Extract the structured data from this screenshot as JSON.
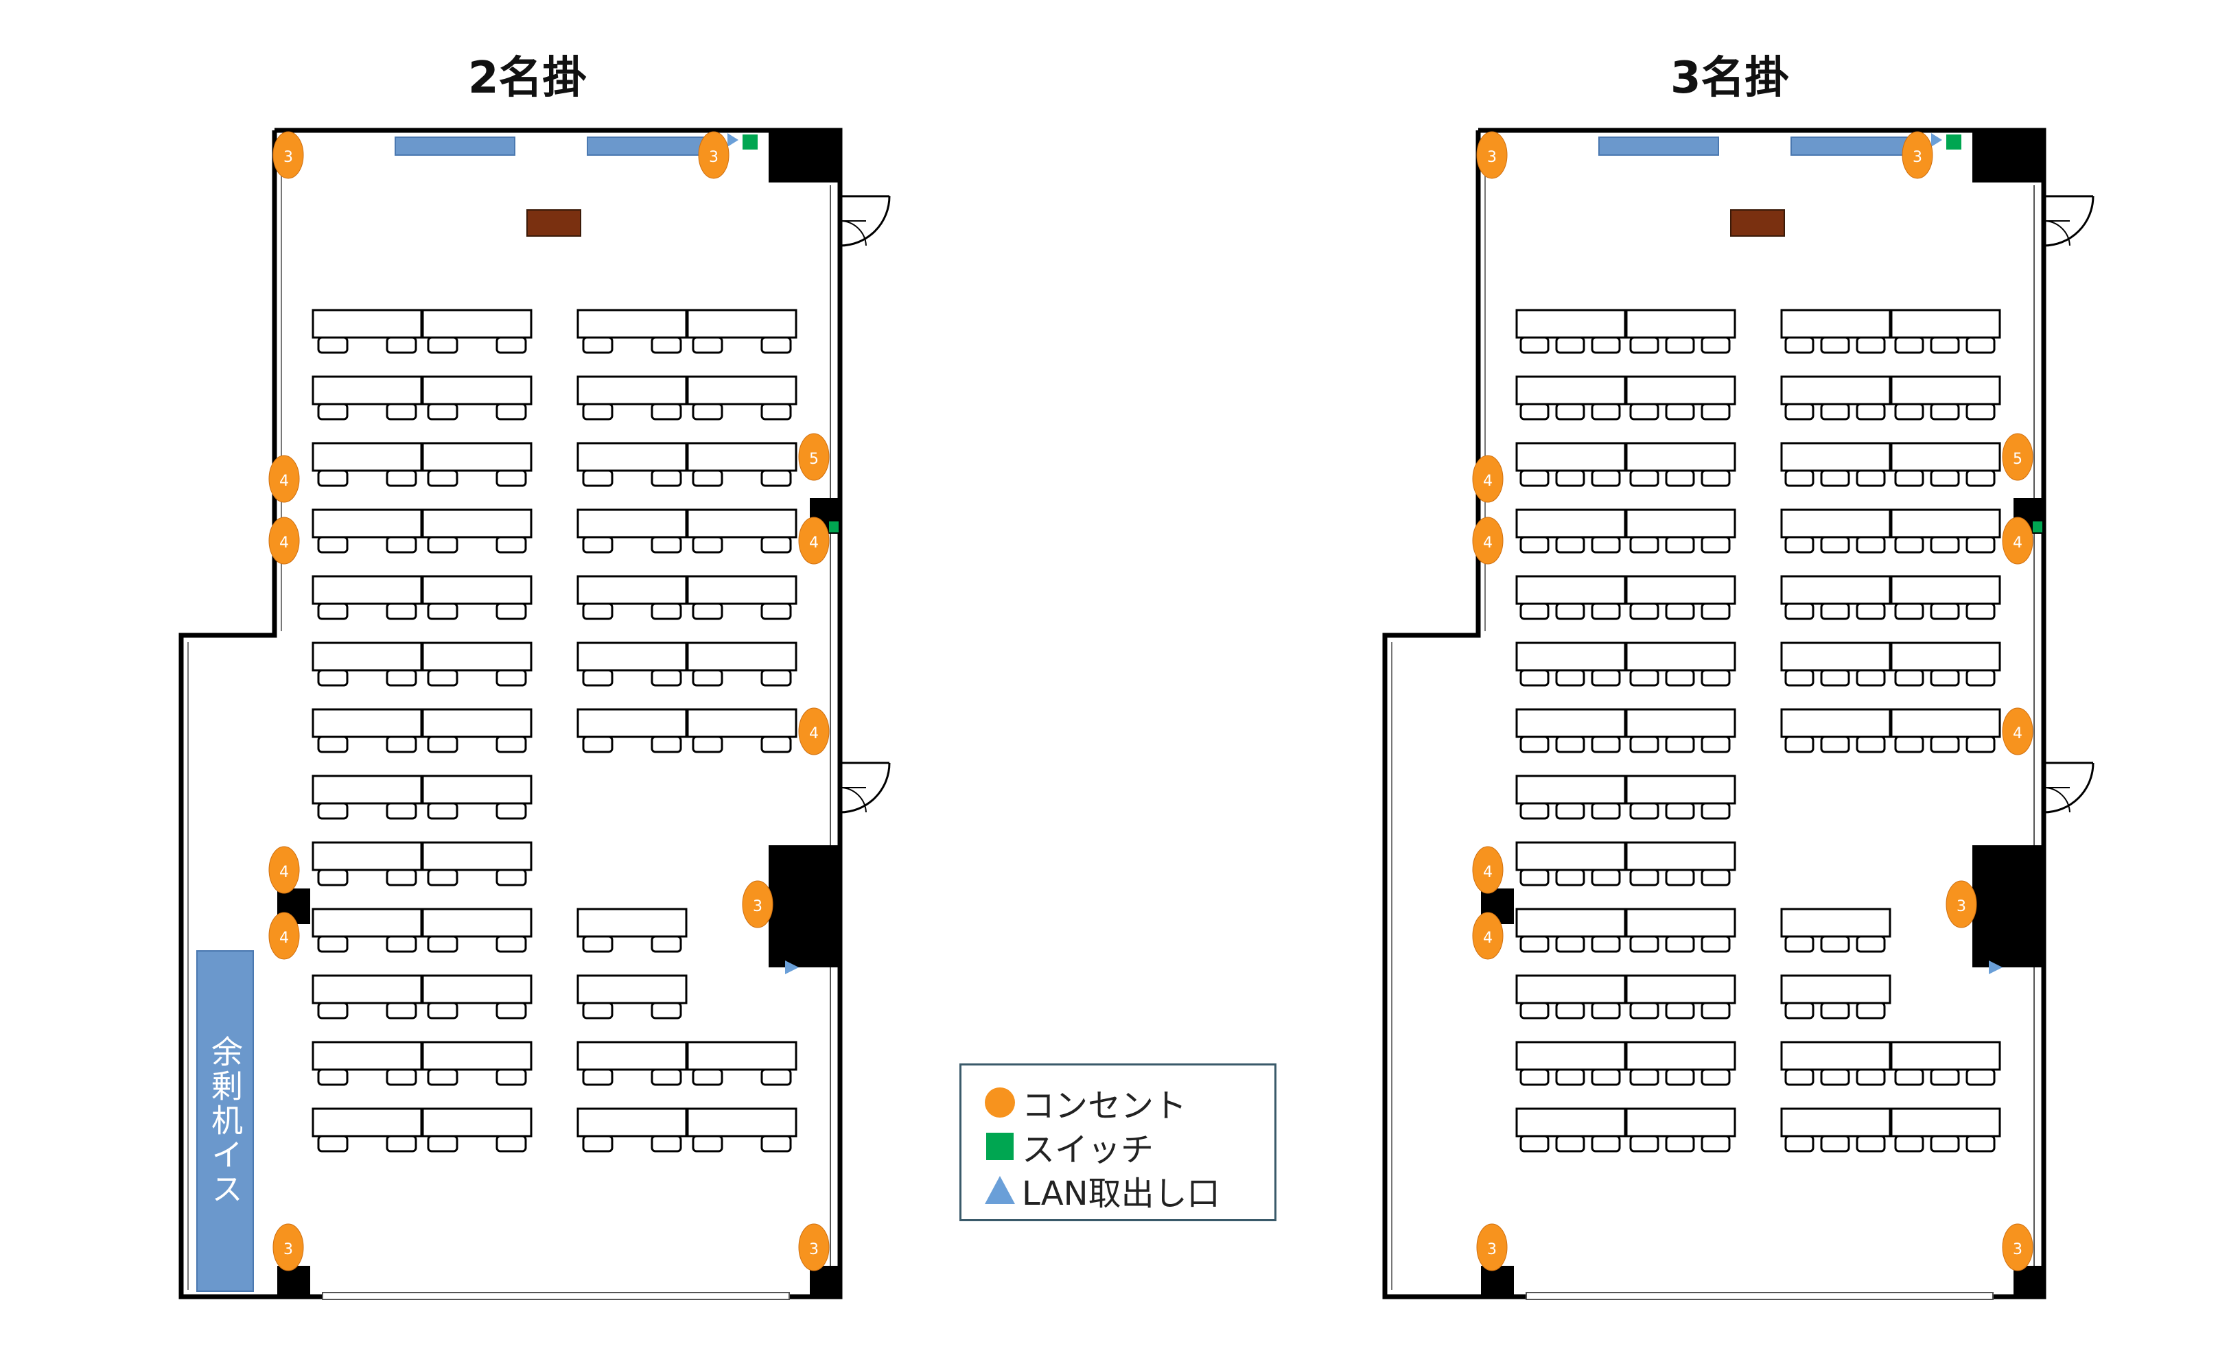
{
  "titles": {
    "left": "2名掛",
    "right": "3名掛"
  },
  "spare_label": "余剰机イス",
  "legend": {
    "items": [
      {
        "symbol": "circle",
        "color": "#f7931e",
        "label": "コンセント"
      },
      {
        "symbol": "square",
        "color": "#00a651",
        "label": "スイッチ"
      },
      {
        "symbol": "triangle",
        "color": "#6a9fd8",
        "label": "LAN取出し口"
      }
    ]
  },
  "outlets": {
    "left": [
      "3",
      "3",
      "4",
      "4",
      "4",
      "4",
      "5",
      "4",
      "4",
      "3",
      "3",
      "3"
    ],
    "right": [
      "3",
      "3",
      "4",
      "4",
      "4",
      "4",
      "5",
      "4",
      "4",
      "3",
      "3",
      "3"
    ]
  },
  "layouts": {
    "left": {
      "seats_per_desk": 2,
      "left_column_rows": 13,
      "right_column_full_rows": [
        0,
        1,
        2,
        3,
        4,
        5,
        6,
        11,
        12
      ],
      "right_column_half_rows": [
        9,
        10
      ]
    },
    "right": {
      "seats_per_desk": 3,
      "left_column_rows": 13,
      "right_column_full_rows": [
        0,
        1,
        2,
        3,
        4,
        5,
        6,
        11,
        12
      ],
      "right_column_half_rows": [
        9,
        10
      ]
    }
  },
  "colors": {
    "outlet": "#f7931e",
    "switch": "#00a651",
    "lan": "#6a9fd8",
    "whiteboard": "#6b98cc",
    "podium": "#7a3010",
    "wall": "#000000"
  }
}
